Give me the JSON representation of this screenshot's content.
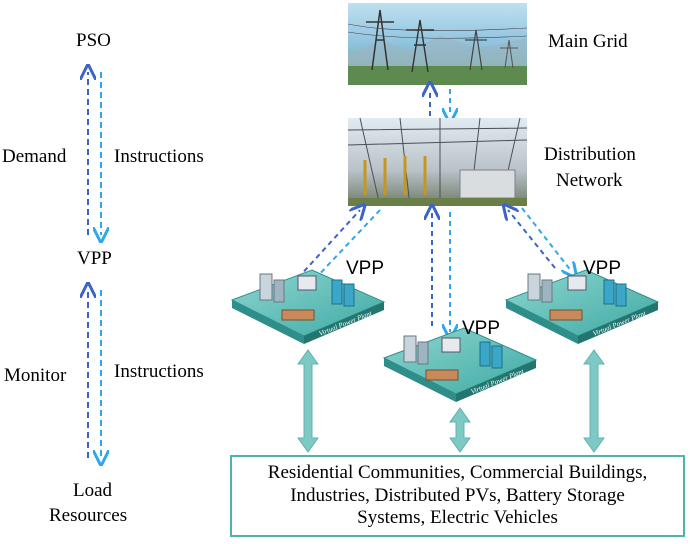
{
  "left_column": {
    "pso": "PSO",
    "demand": "Demand",
    "instructions_top": "Instructions",
    "vpp": "VPP",
    "monitor": "Monitor",
    "instructions_bottom": "Instructions",
    "load_line1": "Load",
    "load_line2": "Resources"
  },
  "right_column": {
    "main_grid": "Main Grid",
    "distribution_line1": "Distribution",
    "distribution_line2": "Network",
    "vpp_left": "VPP",
    "vpp_center": "VPP",
    "vpp_right": "VPP",
    "platform_caption": "Virtual Power Plant"
  },
  "load_box": {
    "line1": "Residential Communities, Commercial Buildings,",
    "line2": "Industries, Distributed PVs, Battery Storage",
    "line3": "Systems, Electric Vehicles"
  },
  "colors": {
    "arrow_dark": "#3b63c8",
    "arrow_light": "#2ea8ea",
    "teal_arrow": "#7ec9c4",
    "box_border": "#4fb3ad"
  }
}
